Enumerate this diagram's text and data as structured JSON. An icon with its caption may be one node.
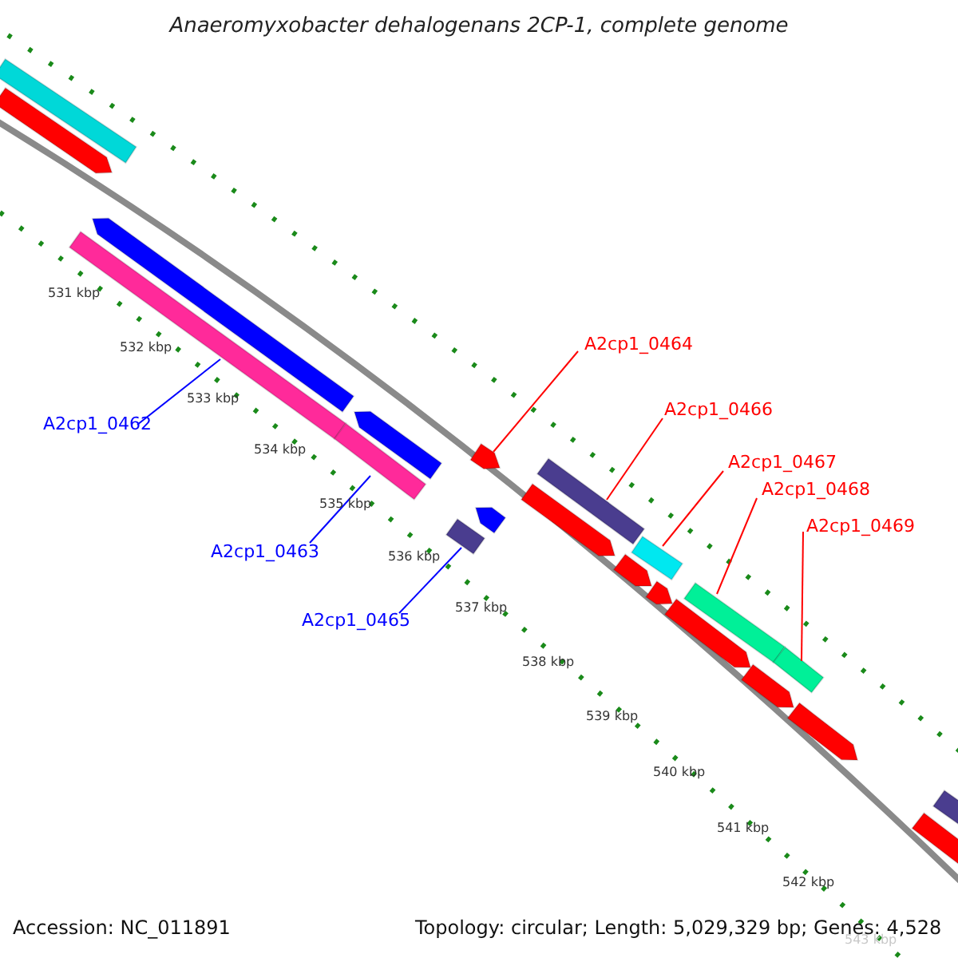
{
  "diagram": {
    "title": "Anaeromyxobacter dehalogenans 2CP-1, complete genome",
    "nodes": [
      {
        "text": [
          "A2cp1_0464"
        ]
      },
      {
        "text": [
          "A2cp1_0466"
        ]
      },
      {
        "text": [
          "A2cp1_0462"
        ]
      },
      {
        "text": [
          "A2cp1_0467"
        ]
      },
      {
        "text": [
          "A2cp1_0468"
        ]
      },
      {
        "text": [
          "A2cp1_0469"
        ]
      },
      {
        "text": [
          "A2cp1_0463"
        ]
      },
      {
        "text": [
          "A2cp1_0465"
        ]
      },
      {
        "text": [],
        "shape": "bar"
      },
      {
        "text": [],
        "shape": "bar"
      },
      {
        "text": [],
        "shape": "bar"
      },
      {
        "text": [],
        "shape": "bar"
      },
      {
        "text": [],
        "shape": "bar"
      },
      {
        "text": [],
        "shape": "bar"
      },
      {
        "text": [],
        "shape": "bar"
      },
      {
        "text": [],
        "shape": "bar"
      },
      {
        "text": [],
        "shape": "bar"
      },
      {
        "text": [],
        "shape": "bar"
      },
      {
        "text": [],
        "shape": "bar"
      },
      {
        "text": [],
        "shape": "bar"
      },
      {
        "text": [],
        "shape": "bar"
      },
      {
        "text": [],
        "shape": "bar"
      },
      {
        "text": [],
        "shape": "bar"
      },
      {
        "text": [],
        "shape": "bar"
      },
      {
        "text": [],
        "shape": "bar"
      },
      {
        "text": [],
        "shape": "bar"
      },
      {
        "text": [],
        "shape": "bar"
      },
      {
        "text": [],
        "shape": "bar"
      },
      {
        "text": [],
        "shape": "bar"
      }
    ],
    "edges": [
      {
        "from": 2,
        "to": 10,
        "arrow": "none",
        "color": "#0000ff"
      },
      {
        "from": 6,
        "to": 12,
        "arrow": "none",
        "color": "#0000ff"
      },
      {
        "from": 7,
        "to": 14,
        "arrow": "none",
        "color": "#0000ff"
      },
      {
        "from": 0,
        "to": 16,
        "arrow": "none"
      },
      {
        "from": 1,
        "to": 18,
        "arrow": "none"
      },
      {
        "from": 3,
        "to": 20,
        "arrow": "none"
      },
      {
        "from": 4,
        "to": 23,
        "arrow": "none"
      },
      {
        "from": 5,
        "to": 25,
        "arrow": "none"
      }
    ],
    "labels": [
      "531 kbp",
      "532 kbp",
      "533 kbp",
      "534 kbp",
      "535 kbp",
      "536 kbp",
      "537 kbp",
      "538 kbp",
      "539 kbp",
      "540 kbp",
      "541 kbp",
      "542 kbp",
      "543 kbp",
      "Accession: NC_011891",
      "Topology: circular; Length: 5,029,329 bp; Genes: 4,528"
    ]
  }
}
